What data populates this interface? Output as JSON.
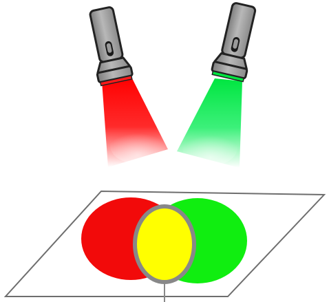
{
  "scene": {
    "left_light": {
      "name": "flashlight",
      "beam_color": "red"
    },
    "right_light": {
      "name": "flashlight",
      "beam_color": "green"
    },
    "surface": {
      "name": "screen"
    },
    "overlap": {
      "name": "overlap",
      "color": "yellow"
    }
  },
  "colors": {
    "red_beam": "#ff0000",
    "green_beam": "#00e640",
    "red_spot": "#f20a0a",
    "green_spot": "#10ee10",
    "yellow_overlap": "#ffff00",
    "overlap_border": "#888888",
    "flashlight_body": "#9a9a9a",
    "outline": "#222222",
    "board_outline": "#6e6e6e",
    "background": "#ffffff"
  }
}
